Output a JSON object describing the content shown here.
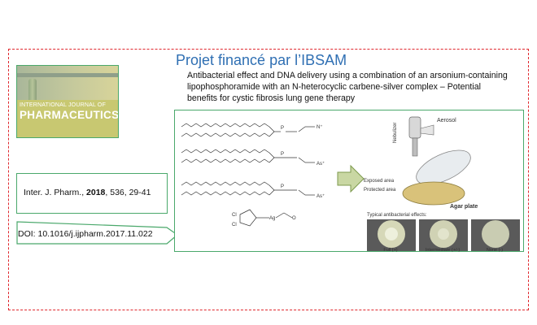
{
  "project": {
    "title": "Projet financé par l’IBSAM"
  },
  "article": {
    "title": "Antibacterial effect and DNA delivery using a combination of an arsonium-containing lipophosphoramide with an N-heterocyclic carbene-silver complex – Potential benefits for cystic fibrosis lung gene therapy"
  },
  "journal": {
    "cover_line1": "INTERNATIONAL JOURNAL OF",
    "cover_line2": "PHARMACEUTICS"
  },
  "reference": {
    "prefix": "Inter. J. Pharm., ",
    "year": "2018",
    "suffix": ", 536, 29-41"
  },
  "doi": {
    "text": "DOI: 10.1016/j.ijpharm.2017.11.022"
  },
  "graphical_abstract": {
    "nebulizer_label": "Nebulizer",
    "aerosol_label": "Aerosol",
    "exposed_label": "Exposed area",
    "protected_label": "Protected area",
    "agar_label": "Agar plate",
    "effects_title": "Typical antibacterial effects:",
    "effects": [
      "Full (+)",
      "Intermediate (+/-)",
      "None (-)"
    ]
  },
  "colors": {
    "title_blue": "#2f6fb3",
    "frame_red": "#e0282e",
    "box_green": "#4aa86b"
  }
}
